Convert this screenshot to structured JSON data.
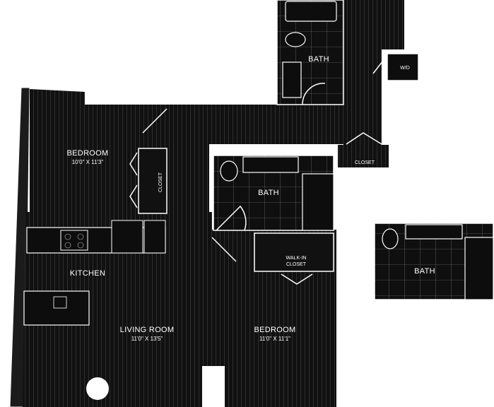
{
  "rooms": {
    "bedroom_1": {
      "name": "BEDROOM",
      "dims": "10'0\" X 11'3\""
    },
    "bedroom_2": {
      "name": "BEDROOM",
      "dims": "11'0\" X 11'1\""
    },
    "living_room": {
      "name": "LIVING ROOM",
      "dims": "11'0\" X 13'5\""
    },
    "kitchen": {
      "name": "KITCHEN"
    },
    "bath_top": {
      "name": "BATH"
    },
    "bath_middle": {
      "name": "BATH"
    },
    "bath_right": {
      "name": "BATH"
    },
    "closet_top": {
      "name": "CLOSET"
    },
    "closet_side": {
      "name": "CLOSET"
    },
    "walk_in_closet": {
      "line1": "WALK-IN",
      "line2": "CLOSET"
    },
    "laundry": {
      "name": "W/D"
    }
  },
  "colors": {
    "floor": "#111111",
    "walls": "#ffffff",
    "tile_lines": "#9a9a9a"
  }
}
